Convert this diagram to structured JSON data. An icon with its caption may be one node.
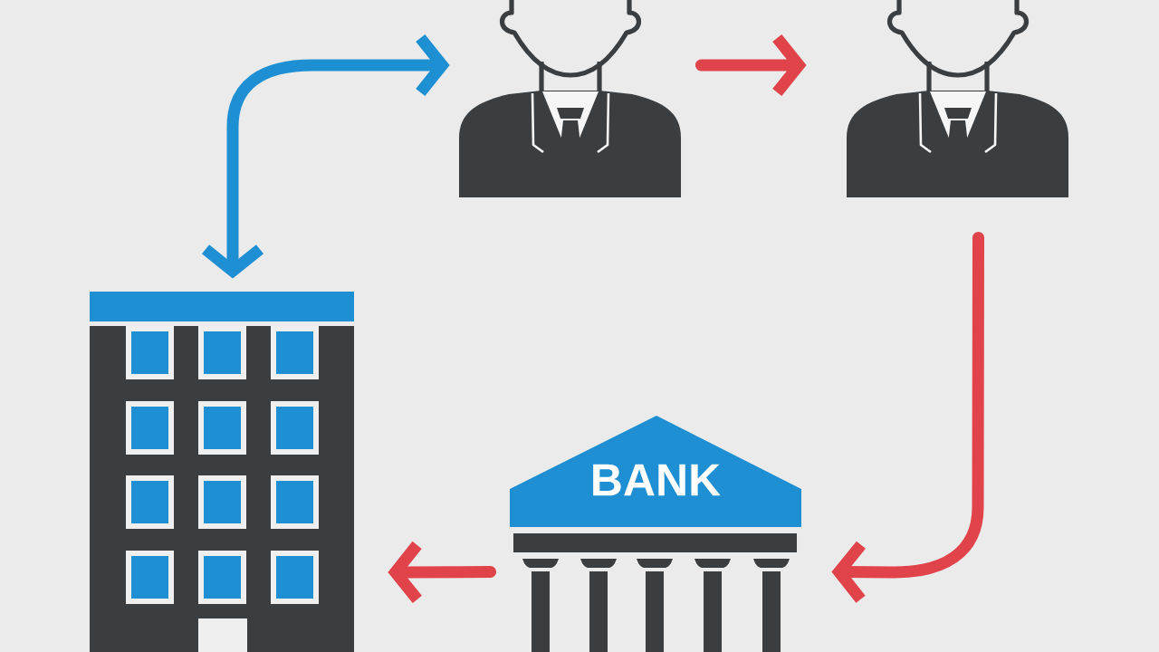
{
  "diagram": {
    "nodes": [
      {
        "text": [],
        "shape": "person"
      },
      {
        "text": [],
        "shape": "person"
      },
      {
        "text": [],
        "shape": "picture"
      },
      {
        "text": [
          "BANK"
        ]
      }
    ],
    "edges": [
      {
        "from": 2,
        "to": 0,
        "arrow": "both",
        "color": "#1e8fd3"
      },
      {
        "from": 0,
        "to": 1,
        "arrow": "to"
      },
      {
        "from": 1,
        "to": 3,
        "arrow": "to"
      },
      {
        "from": 3,
        "to": 2,
        "arrow": "to"
      }
    ]
  }
}
